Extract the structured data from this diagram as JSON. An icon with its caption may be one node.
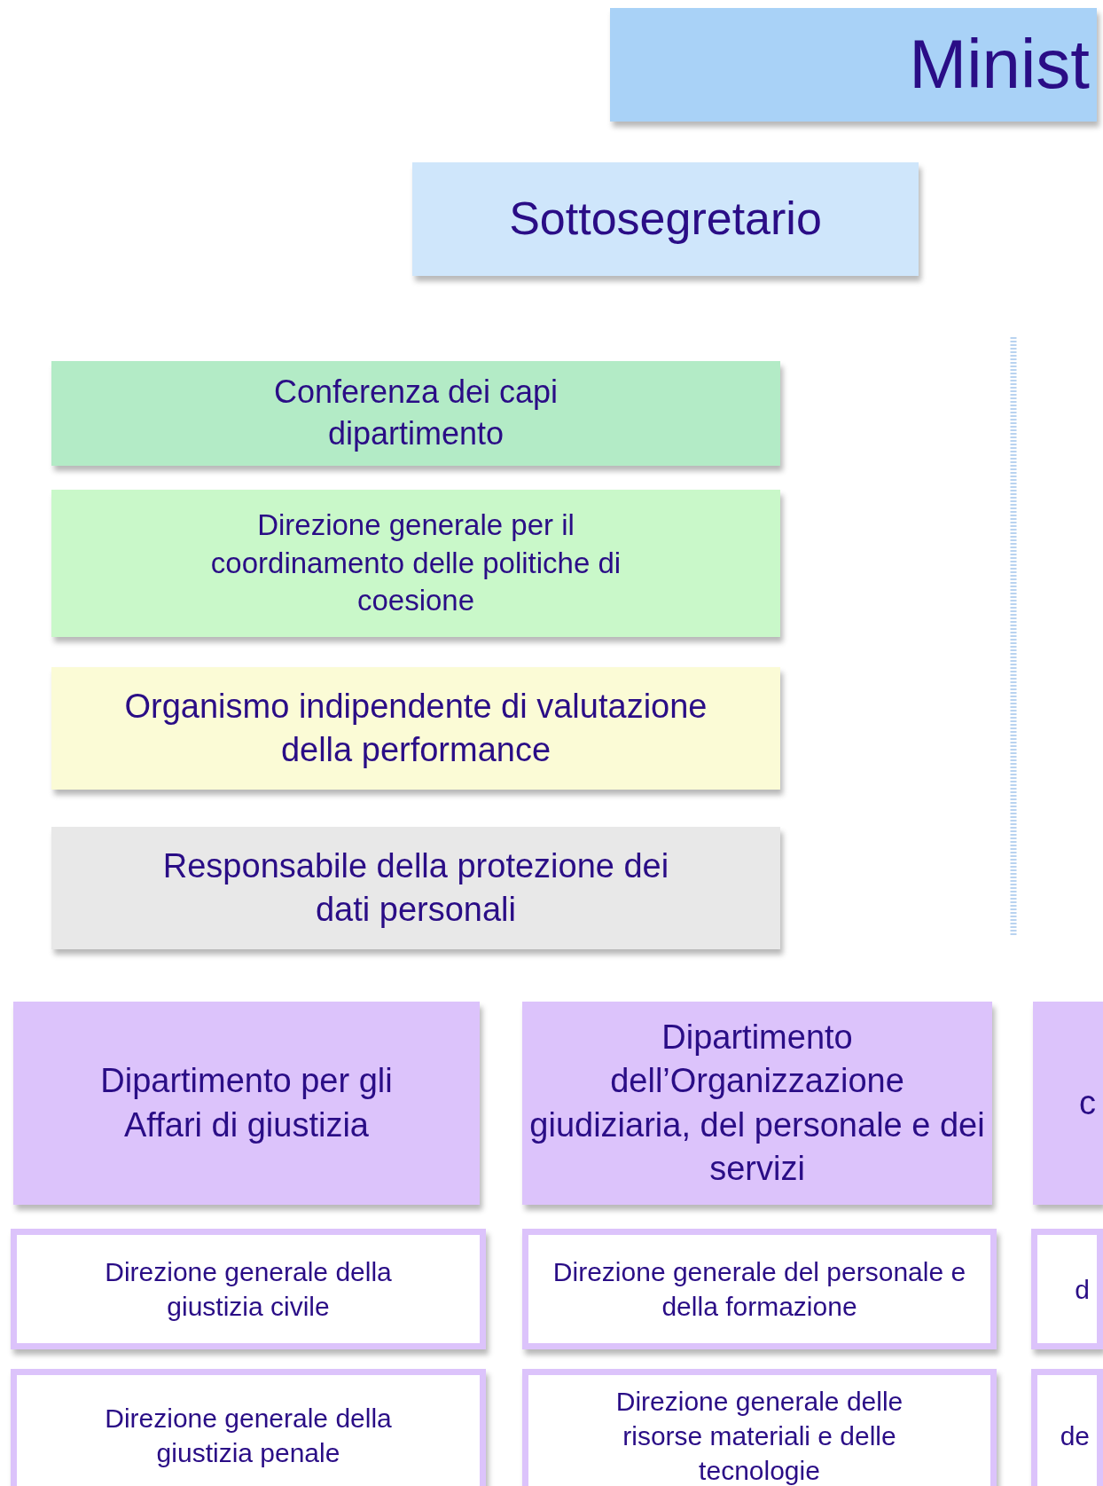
{
  "diagram": {
    "nodes": [
      {
        "text": [
          "Minist"
        ]
      },
      {
        "text": [
          "Sottosegretario"
        ]
      },
      {
        "text": [
          "Conferenza dei capi dipartimento"
        ]
      },
      {
        "text": [
          "Direzione generale per il coordinamento delle politiche di coesione"
        ]
      },
      {
        "text": [
          "Organismo indipendente di valutazione della performance"
        ]
      },
      {
        "text": [
          "Responsabile della protezione dei dati personali"
        ]
      },
      {
        "text": [
          "Dipartimento per gli Affari di giustizia"
        ]
      },
      {
        "text": [
          "Dipartimento dell’Organizzazione giudiziaria, del personale e dei servizi"
        ]
      },
      {
        "text": [
          "c"
        ]
      },
      {
        "text": [
          "Direzione generale della giustizia civile"
        ]
      },
      {
        "text": [
          "Direzione generale del personale e della formazione"
        ]
      },
      {
        "text": [
          "d"
        ]
      },
      {
        "text": [
          "Direzione generale della giustizia penale"
        ]
      },
      {
        "text": [
          "Direzione generale delle risorse materiali e delle tecnologie"
        ]
      },
      {
        "text": [
          "de"
        ]
      }
    ]
  }
}
